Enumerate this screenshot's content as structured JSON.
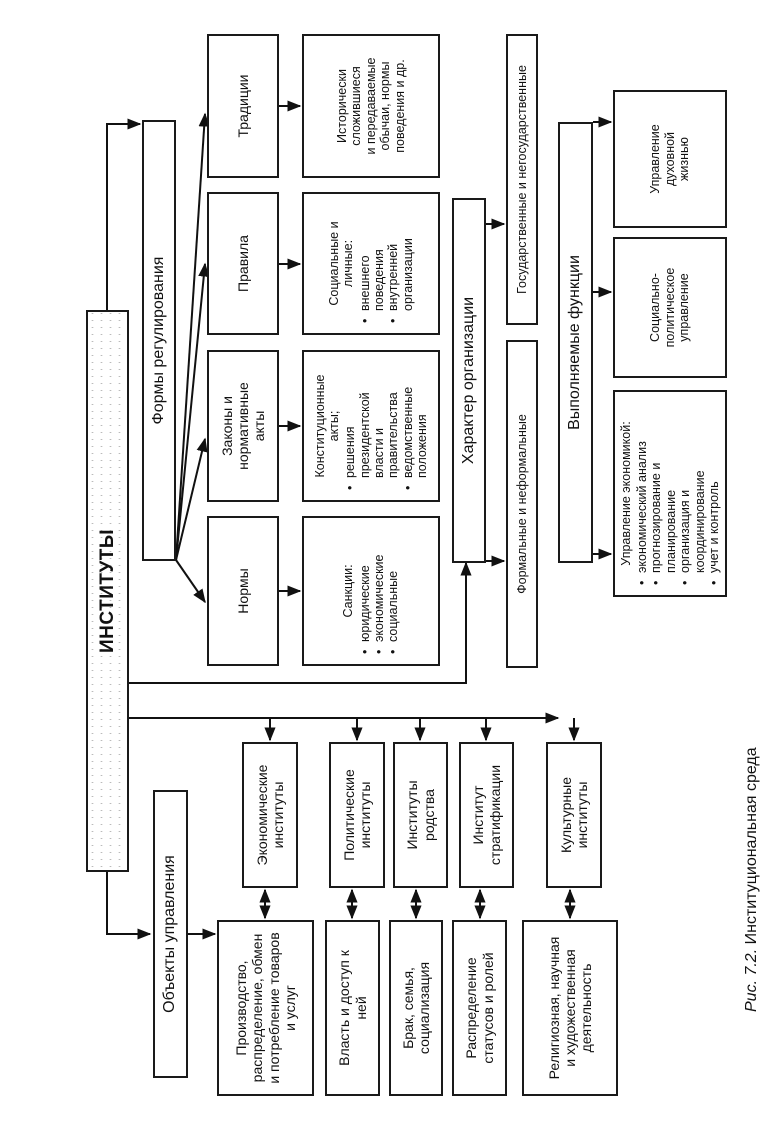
{
  "root": {
    "label": "ИНСТИТУТЫ"
  },
  "objects": {
    "label": "Объекты управления"
  },
  "forms": {
    "label": "Формы регулирования",
    "items": [
      {
        "label": "Традиции",
        "desc_lines": [
          "Исторически",
          "сложившиеся",
          "и передаваемые",
          "обычаи, нормы",
          "поведения и др."
        ]
      },
      {
        "label": "Правила",
        "desc_head": "Социальные и личные:",
        "desc_bullets": [
          "внешнего поведения",
          "внутренней организации"
        ]
      },
      {
        "label": "Законы и нормативные акты",
        "desc_head": "Конституционные акты;",
        "desc_bullets": [
          "решения президентской власти и правительства",
          "ведомственные положения"
        ]
      },
      {
        "label": "Нормы",
        "desc_head": "Санкции:",
        "desc_bullets": [
          "юридические",
          "экономические",
          "социальные"
        ]
      }
    ]
  },
  "organization": {
    "label": "Характер организации",
    "items": [
      "Формальные и неформальные",
      "Государственные и негосударственные"
    ]
  },
  "functions": {
    "label": "Выполняемые функции",
    "items": [
      {
        "head": "Управление экономикой:",
        "bullets": [
          "экономический анализ",
          "прогнозирование и планирование",
          "организация и координирование",
          "учет и контроль"
        ]
      },
      {
        "head": "Социально-политическое управление"
      },
      {
        "head": "Управление духовной жизнью"
      }
    ]
  },
  "institutions": [
    {
      "label": "Экономические институты",
      "object": "Производство, распределение, обмен и потребление товаров и услуг"
    },
    {
      "label": "Политические институты",
      "object": "Власть и доступ к ней"
    },
    {
      "label": "Институты родства",
      "object": "Брак, семья, социализация"
    },
    {
      "label": "Институт стратификации",
      "object": "Распределение статусов и ролей"
    },
    {
      "label": "Культурные институты",
      "object": "Религиозная, научная и художественная деятельность"
    }
  ],
  "caption": {
    "prefix": "Рис. 7.2.",
    "title": "Институциональная среда"
  }
}
